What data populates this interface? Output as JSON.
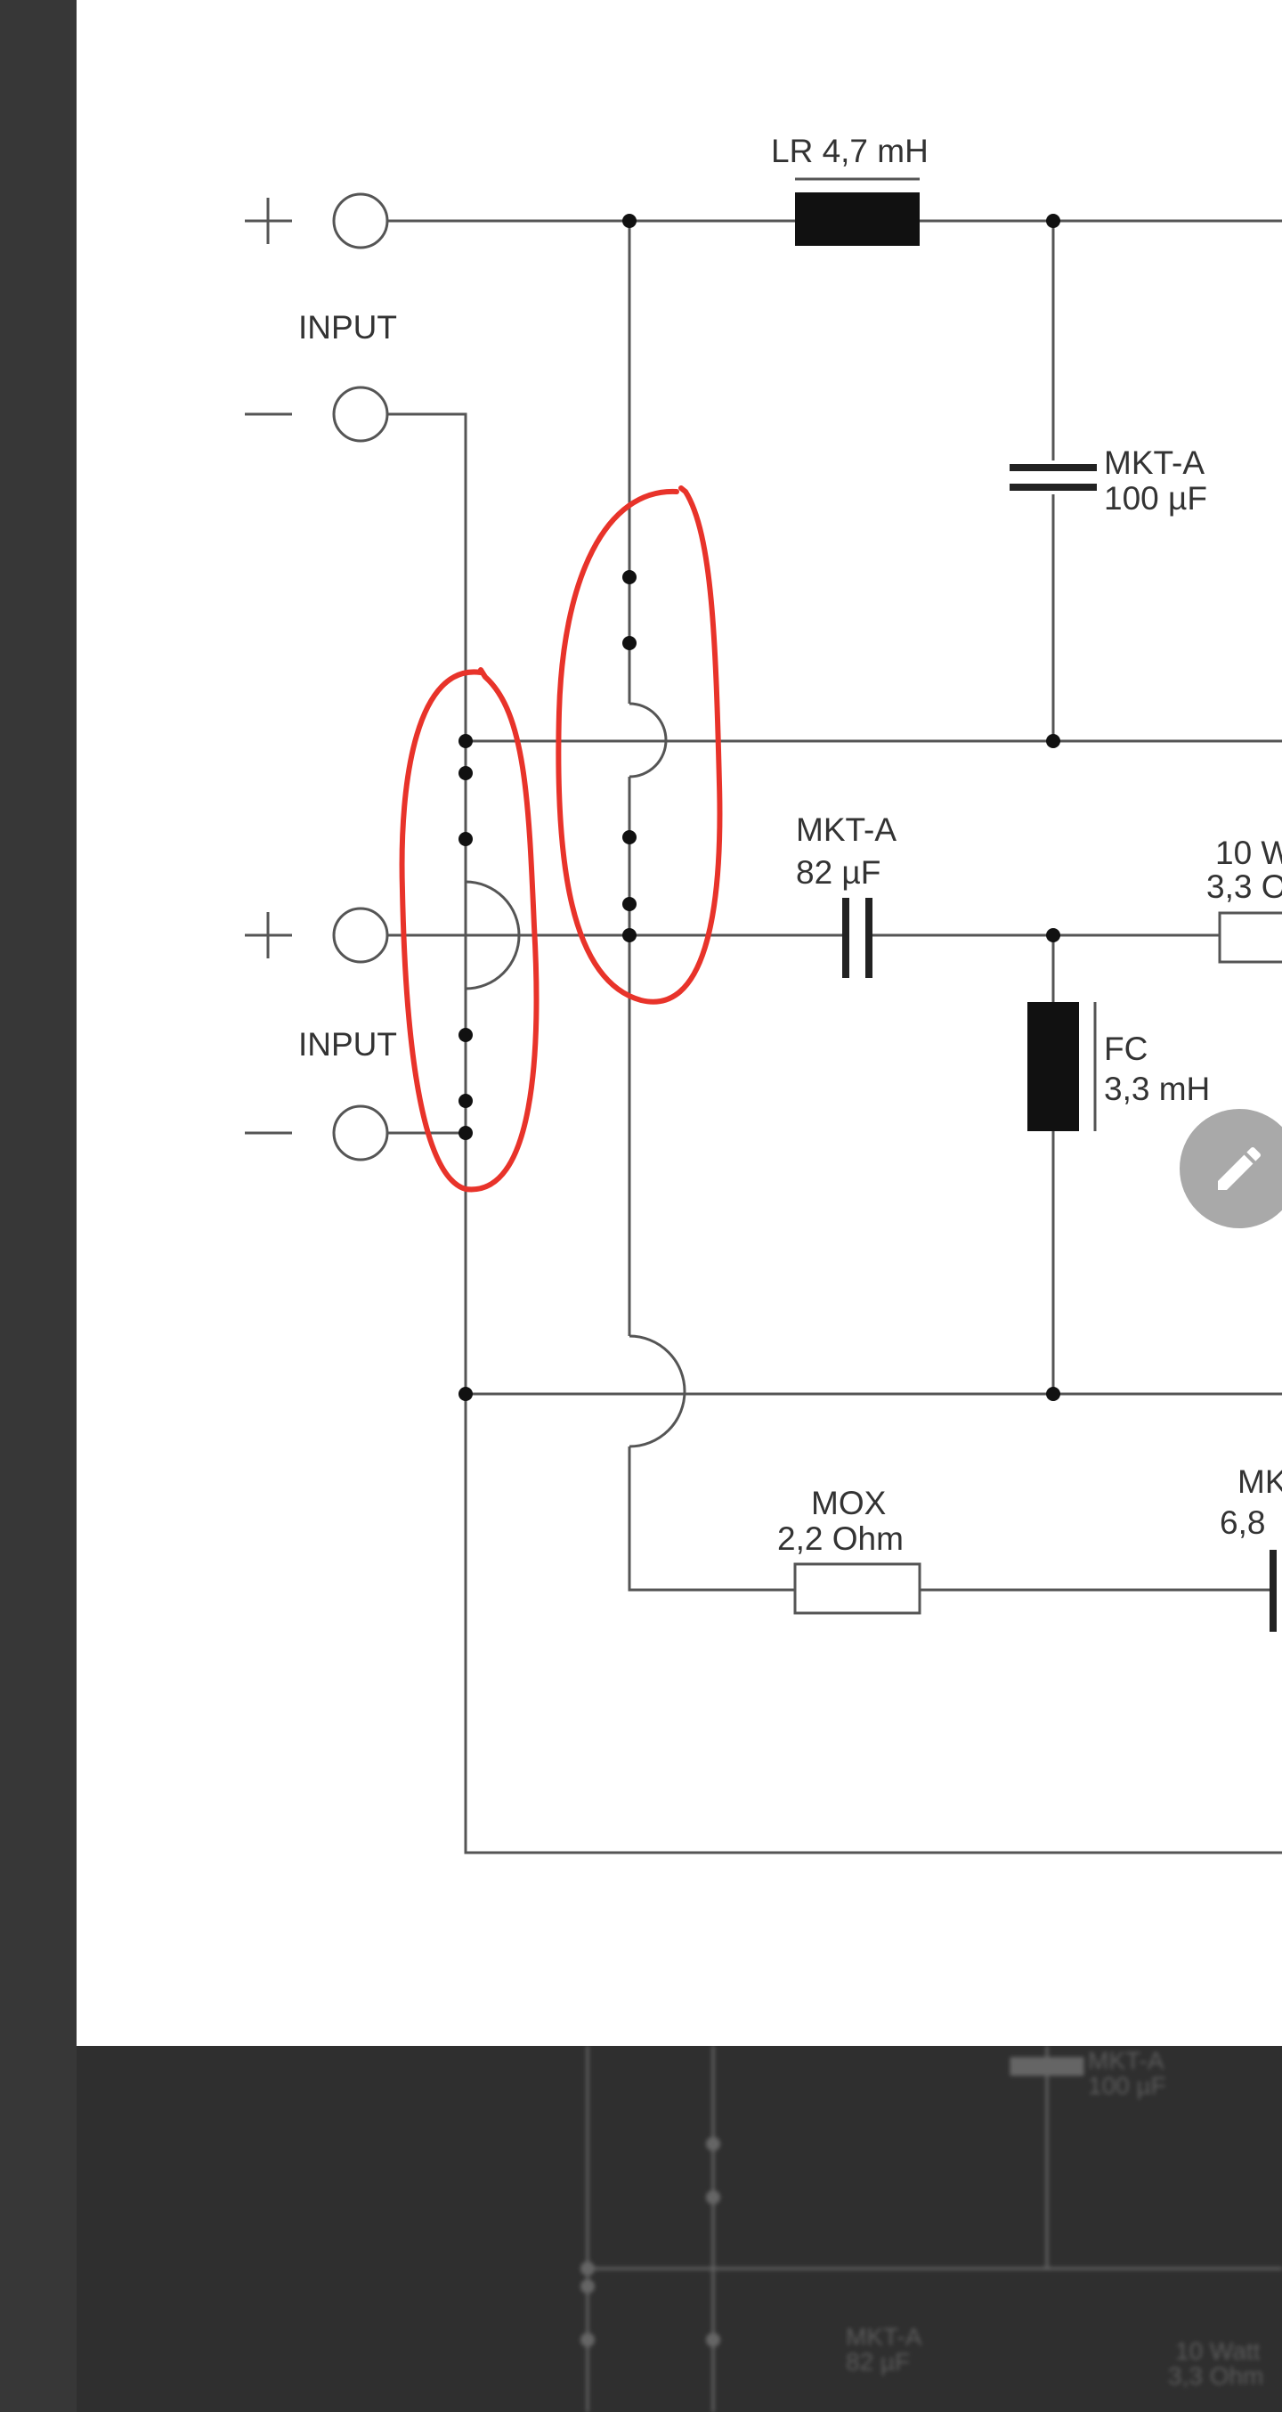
{
  "schematic": {
    "top_input": {
      "plus": "+",
      "label": "INPUT",
      "minus": "−"
    },
    "bottom_input": {
      "plus": "+",
      "label": "INPUT",
      "minus": "−"
    },
    "inductor_lr": {
      "line1": "LR 4,7 mH"
    },
    "cap_100": {
      "line1": "MKT-A",
      "line2": "100 µF"
    },
    "cap_82": {
      "line1": "MKT-A",
      "line2": "82 µF"
    },
    "resistor_10w": {
      "line1": "10 W",
      "line2": "3,3 O"
    },
    "inductor_fc": {
      "line1": "FC",
      "line2": "3,3 mH"
    },
    "resistor_mox": {
      "line1": "MOX",
      "line2": "2,2 Ohm"
    },
    "cap_6_8": {
      "line1": "MK",
      "line2": "6,8"
    }
  },
  "background_blur": {
    "cap_100": {
      "line1": "MKT-A",
      "line2": "100 µF"
    },
    "cap_82": {
      "line1": "MKT-A",
      "line2": "82 µF"
    },
    "resistor": {
      "line1": "10 Watt",
      "line2": "3,3 Ohm"
    }
  },
  "colors": {
    "annotation": "#e8332a",
    "wire": "#555555",
    "page": "#ffffff",
    "backdrop": "#353535"
  },
  "icons": {
    "edit": "pencil-icon"
  }
}
